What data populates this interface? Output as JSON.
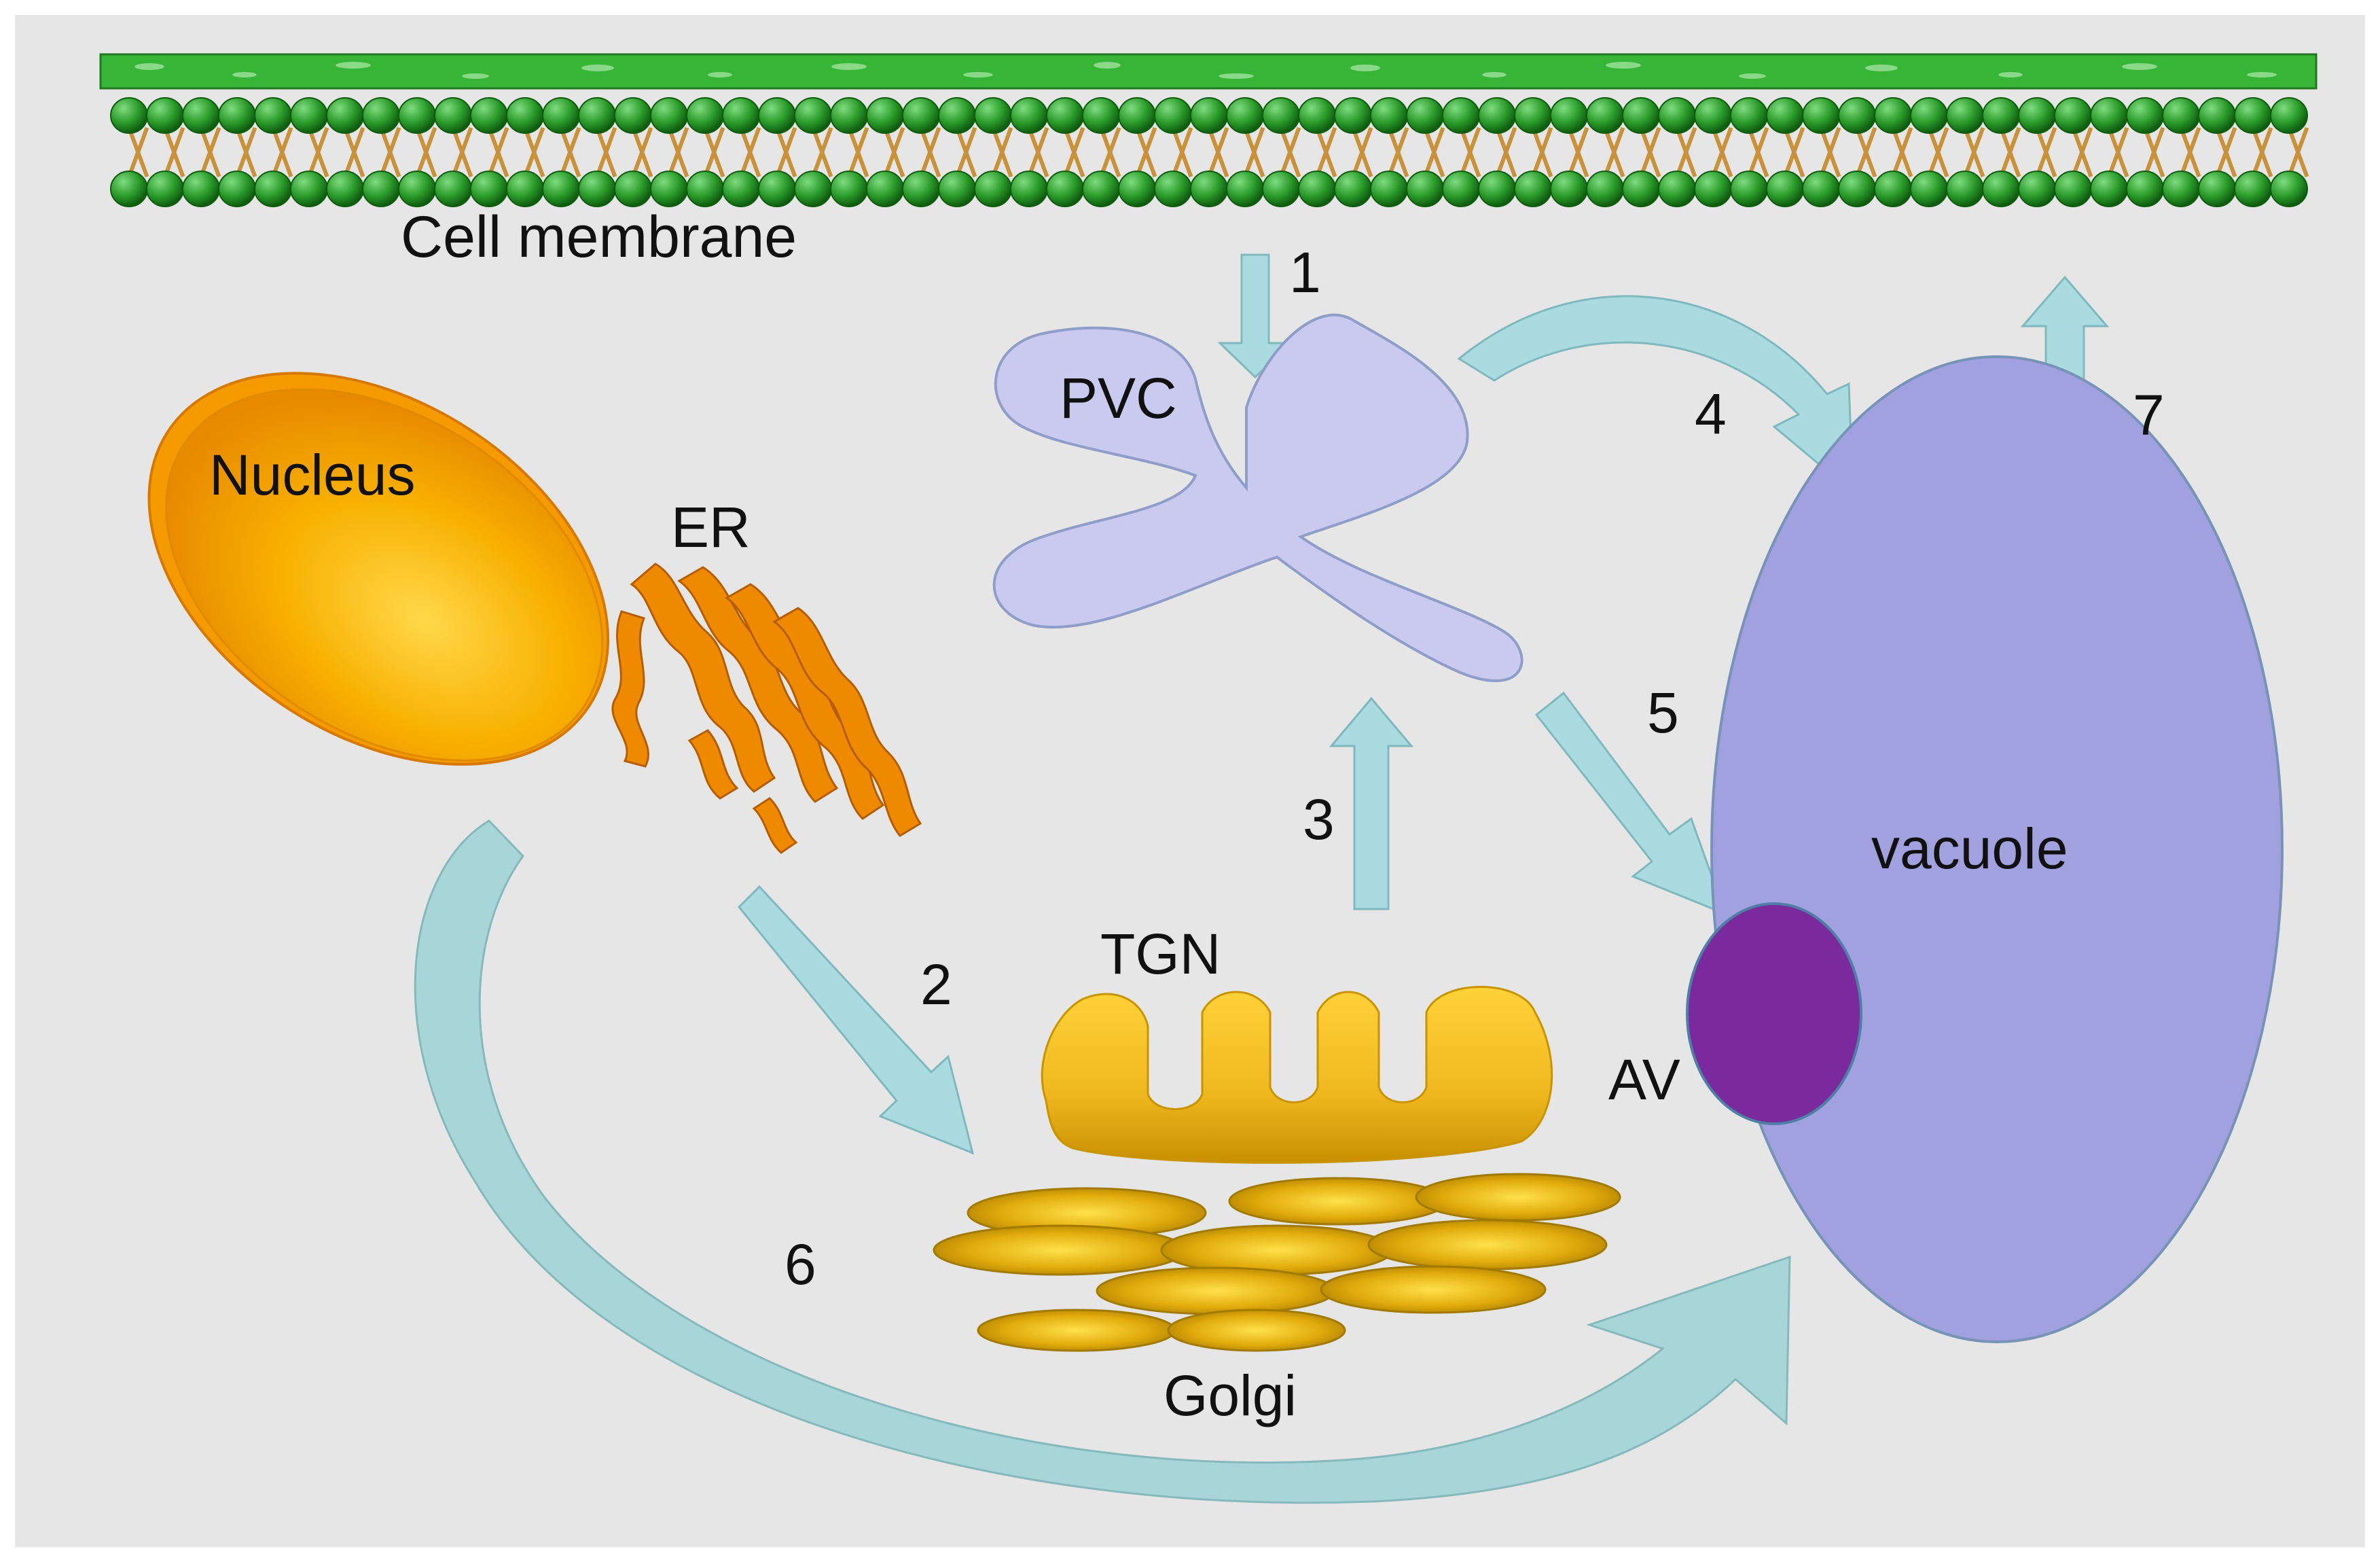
{
  "labels": {
    "cell_membrane": "Cell membrane",
    "nucleus": "Nucleus",
    "er": "ER",
    "pvc": "PVC",
    "tgn": "TGN",
    "golgi": "Golgi",
    "vacuole": "vacuole",
    "av": "AV"
  },
  "pathways": {
    "p1": "1",
    "p2": "2",
    "p3": "3",
    "p4": "4",
    "p5": "5",
    "p6": "6",
    "p7": "7"
  },
  "colors": {
    "background": "#e6e6e6",
    "membrane_green": "#2e9e2e",
    "membrane_tail": "#c8913a",
    "nucleus_orange": "#f5a400",
    "er_orange": "#ef8a00",
    "pvc_lavender": "#c9c9ef",
    "vacuole_purple": "#a1a1e0",
    "av_purple": "#7a2a9c",
    "golgi_gold": "#e0ad10",
    "arrow_teal": "#a9dbe0",
    "arrow_dark_teal": "#85b4b6"
  }
}
